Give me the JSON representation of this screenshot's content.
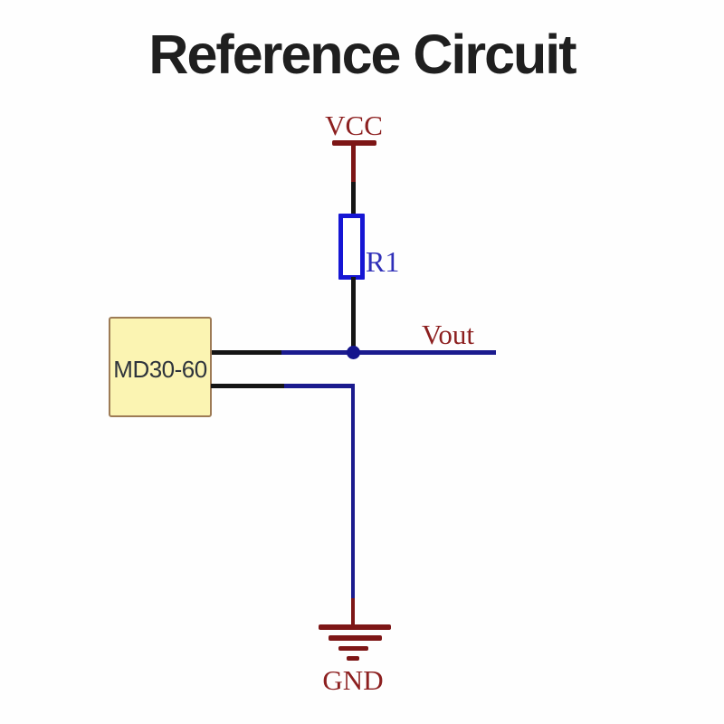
{
  "title": "Reference Circuit",
  "schematic": {
    "power_net": "VCC",
    "resistor_designator": "R1",
    "output_net": "Vout",
    "component_label": "MD30-60",
    "ground_net": "GND"
  },
  "colors": {
    "background": "#fefefe",
    "title_text": "#1f1f1f",
    "net_label_red": "#8c1f1f",
    "power_symbol_red": "#7d1616",
    "wire_black": "#151515",
    "wire_navy": "#1b1b8e",
    "resistor_blue": "#1616d4",
    "resistor_label_blue": "#2f2fb8",
    "component_fill": "#fbf4b2",
    "component_border": "#9d7b55",
    "component_text": "#2e343c",
    "junction": "#15158c"
  }
}
